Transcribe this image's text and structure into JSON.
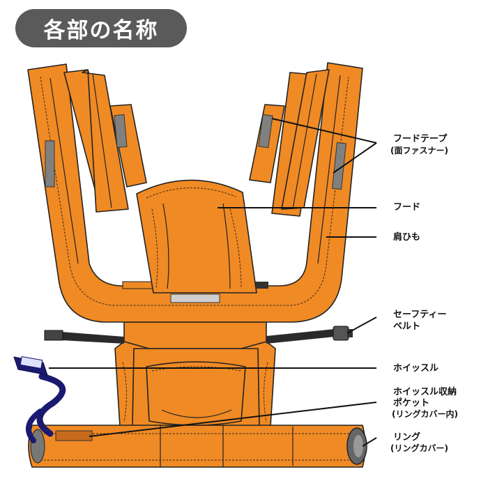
{
  "title": "各部の名称",
  "colors": {
    "body": "#F08A24",
    "outline": "#222222",
    "title_pill": "#5A5A5A",
    "fastener": "#808080",
    "whistle_cord": "#1A1A70",
    "belt": "#222222",
    "pocket": "#C66A1C",
    "ring": "#444444",
    "white_patch": "#CFCFCF"
  },
  "labels": {
    "hood_tape": "フードテープ",
    "hood_tape_sub": "(面ファスナー)",
    "hood": "フード",
    "shoulder_strap": "肩ひも",
    "safety_belt_1": "セーフティー",
    "safety_belt_2": "ベルト",
    "whistle": "ホイッスル",
    "whistle_pocket_1": "ホイッスル収納",
    "whistle_pocket_2": "ポケット",
    "whistle_pocket_sub": "(リングカバー内)",
    "ring": "リング",
    "ring_sub": "(リングカバー)"
  },
  "icons": {
    "whistle": "whistle-icon",
    "buckle": "buckle-icon"
  }
}
